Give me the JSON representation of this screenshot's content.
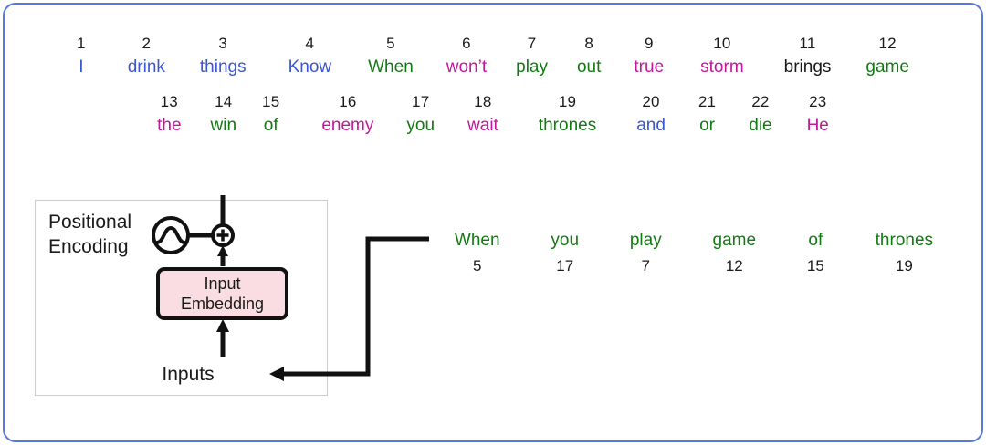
{
  "frame": {
    "border_color": "#5a78d8",
    "background": "#ffffff"
  },
  "palette": {
    "blue": "#3b55d3",
    "green": "#127a12",
    "magenta": "#c2189a",
    "black": "#1a1a1a",
    "embedding_fill": "#fadde2",
    "panel_border": "#cccccc"
  },
  "vocabulary": {
    "row1": [
      {
        "index": "1",
        "word": "I",
        "color": "blue"
      },
      {
        "index": "2",
        "word": "drink",
        "color": "blue"
      },
      {
        "index": "3",
        "word": "things",
        "color": "blue"
      },
      {
        "index": "4",
        "word": "Know",
        "color": "blue"
      },
      {
        "index": "5",
        "word": "When",
        "color": "green"
      },
      {
        "index": "6",
        "word": "won’t",
        "color": "magenta"
      },
      {
        "index": "7",
        "word": "play",
        "color": "green"
      },
      {
        "index": "8",
        "word": "out",
        "color": "green"
      },
      {
        "index": "9",
        "word": "true",
        "color": "magenta"
      },
      {
        "index": "10",
        "word": "storm",
        "color": "magenta"
      },
      {
        "index": "11",
        "word": "brings",
        "color": "black"
      },
      {
        "index": "12",
        "word": "game",
        "color": "green"
      }
    ],
    "row2": [
      {
        "index": "13",
        "word": "the",
        "color": "magenta"
      },
      {
        "index": "14",
        "word": "win",
        "color": "green"
      },
      {
        "index": "15",
        "word": "of",
        "color": "green"
      },
      {
        "index": "16",
        "word": "enemy",
        "color": "magenta"
      },
      {
        "index": "17",
        "word": "you",
        "color": "green"
      },
      {
        "index": "18",
        "word": "wait",
        "color": "magenta"
      },
      {
        "index": "19",
        "word": "thrones",
        "color": "green"
      },
      {
        "index": "20",
        "word": "and",
        "color": "blue"
      },
      {
        "index": "21",
        "word": "or",
        "color": "green"
      },
      {
        "index": "22",
        "word": "die",
        "color": "green"
      },
      {
        "index": "23",
        "word": "He",
        "color": "magenta"
      }
    ]
  },
  "diagram": {
    "positional_encoding_label": "Positional\nEncoding",
    "input_embedding_label": "Input\nEmbedding",
    "inputs_label": "Inputs",
    "sine_icon": "sine-wave-circle-icon",
    "add_icon": "circle-plus-icon",
    "connector_icon": "arrow-left-icon"
  },
  "sequence": [
    {
      "word": "When",
      "index": "5"
    },
    {
      "word": "you",
      "index": "17"
    },
    {
      "word": "play",
      "index": "7"
    },
    {
      "word": "game",
      "index": "12"
    },
    {
      "word": "of",
      "index": "15"
    },
    {
      "word": "thrones",
      "index": "19"
    }
  ]
}
